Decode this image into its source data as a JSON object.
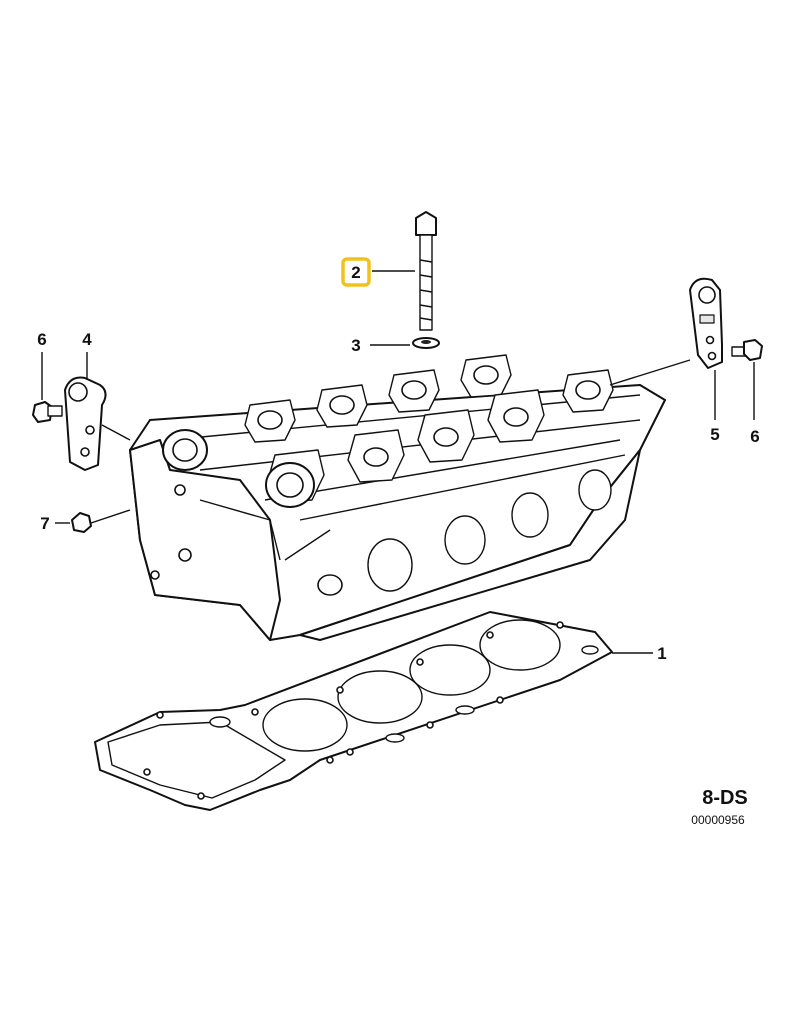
{
  "callouts": [
    {
      "id": "2",
      "label": "2",
      "highlighted": true
    },
    {
      "id": "3",
      "label": "3"
    },
    {
      "id": "4",
      "label": "4"
    },
    {
      "id": "6a",
      "label": "6"
    },
    {
      "id": "7",
      "label": "7"
    },
    {
      "id": "5",
      "label": "5"
    },
    {
      "id": "6b",
      "label": "6"
    },
    {
      "id": "1",
      "label": "1"
    }
  ],
  "diagram_code": "8-DS",
  "drawing_number": "00000956",
  "colors": {
    "highlight_border": "#f2c21b",
    "line": "#111111",
    "background": "#ffffff"
  }
}
